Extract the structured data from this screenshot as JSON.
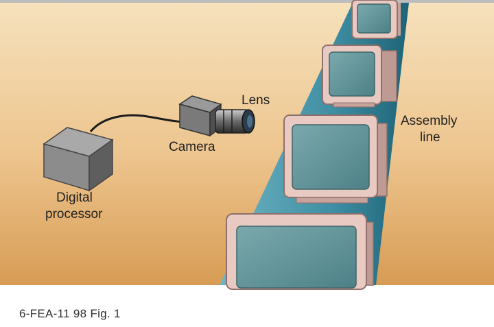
{
  "labels": {
    "lens": "Lens",
    "camera": "Camera",
    "assembly_line_1": "Assembly",
    "assembly_line_2": "line",
    "processor_1": "Digital",
    "processor_2": "processor"
  },
  "caption": "6-FEA-11 98 Fig. 1",
  "colors": {
    "background_top": "#f3d8a9",
    "background_bottom": "#d9a25a",
    "belt": "#2f7d93",
    "monitor_case": "#e7c7c0",
    "monitor_screen": "#5f9297",
    "processor_box": "#8c8c8c",
    "camera_body": "#7a7a7a"
  }
}
